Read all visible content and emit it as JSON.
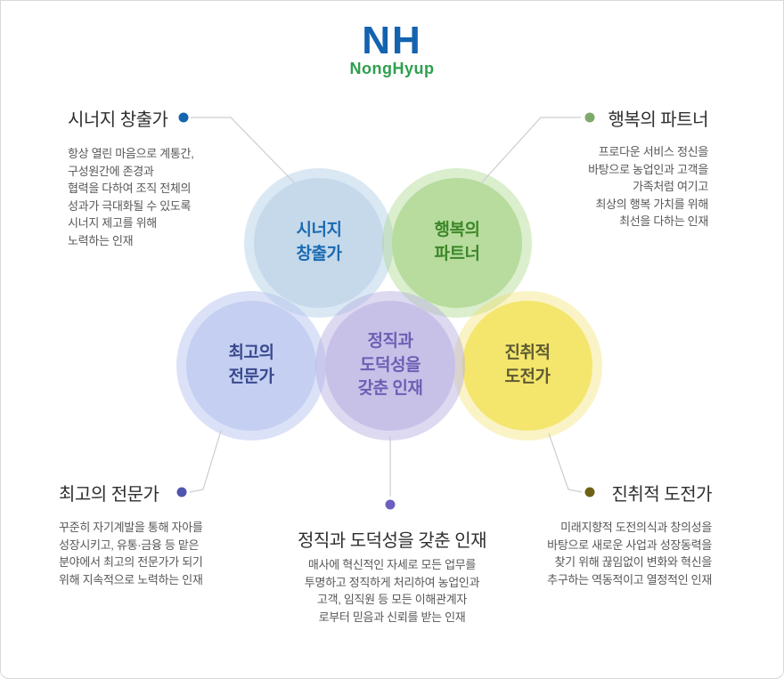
{
  "logo": {
    "nh_text": "NH",
    "name_text": "NongHyup",
    "nh_color": "#1463af",
    "name_color": "#2f9e4e"
  },
  "circles": [
    {
      "id": "synergy",
      "label": "시너지\n창출가",
      "fill": "#c5d9ea",
      "halo": "rgba(173,205,230,0.45)",
      "text_color": "#1a6ab2"
    },
    {
      "id": "happiness",
      "label": "행복의\n파트너",
      "fill": "#b7dc9e",
      "halo": "rgba(164,213,130,0.40)",
      "text_color": "#3d8729"
    },
    {
      "id": "expert",
      "label": "최고의\n전문가",
      "fill": "#c4cff1",
      "halo": "rgba(176,190,238,0.45)",
      "text_color": "#39498f"
    },
    {
      "id": "integrity",
      "label": "정직과\n도덕성을\n갖춘 인재",
      "fill": "#c7c1e8",
      "halo": "rgba(178,170,225,0.45)",
      "text_color": "#6c5fb4"
    },
    {
      "id": "challenge",
      "label": "진취적\n도전가",
      "fill": "#f4e56d",
      "halo": "rgba(240,222,90,0.35)",
      "text_color": "#5e5b33"
    }
  ],
  "callouts": {
    "top_left": {
      "title": "시너지 창출가",
      "description": "항상 열린 마음으로 계통간,\n구성원간에 존경과\n협력을 다하여 조직 전체의\n성과가 극대화될 수 있도록\n시너지 제고를 위해\n노력하는 인재",
      "dot_color": "#1565b0"
    },
    "top_right": {
      "title": "행복의 파트너",
      "description": "프로다운 서비스 정신을\n바탕으로 농업인과 고객을\n가족처럼 여기고\n최상의 행복 가치를 위해\n최선을 다하는 인재",
      "dot_color": "#7fa968"
    },
    "bottom_left": {
      "title": "최고의 전문가",
      "description": "꾸준히 자기계발을 통해 자아를\n성장시키고, 유통·금융 등 맡은\n분야에서 최고의 전문가가 되기\n위해 지속적으로 노력하는 인재",
      "dot_color": "#4f55ae"
    },
    "bottom_center": {
      "title": "정직과 도덕성을 갖춘 인재",
      "description": "매사에 혁신적인 자세로 모든 업무를\n투명하고 정직하게 처리하여 농업인과\n고객, 임직원 등 모든 이해관계자\n로부터 믿음과 신뢰를 받는 인재",
      "dot_color": "#6a5fc0"
    },
    "bottom_right": {
      "title": "진취적 도전가",
      "description": "미래지향적 도전의식과 창의성을\n바탕으로 새로운 사업과 성장동력을\n찾기 위해 끊임없이 변화와 혁신을\n추구하는 역동적이고 열정적인 인재",
      "dot_color": "#6e6218"
    }
  },
  "connector_line_color": "#c9cdd3"
}
